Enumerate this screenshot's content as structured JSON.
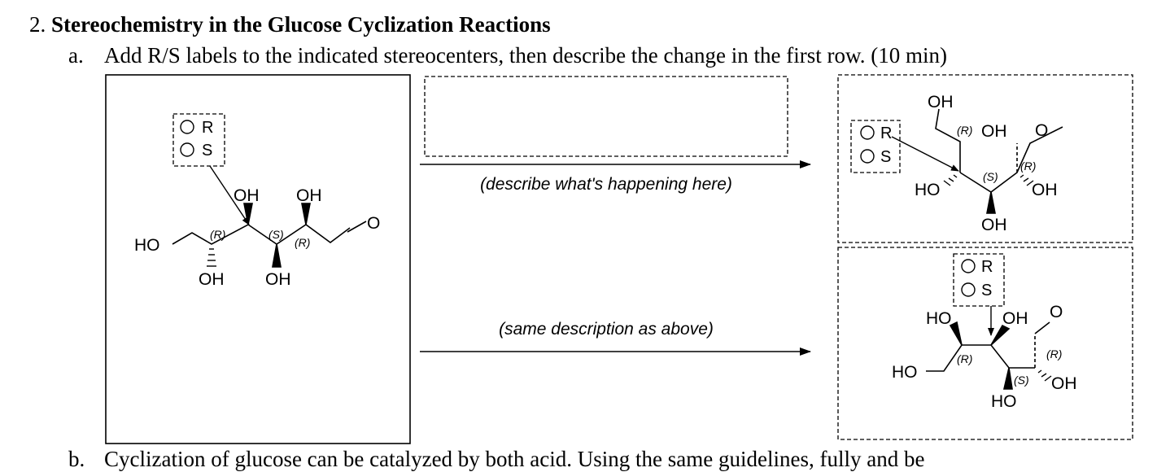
{
  "heading": {
    "number": "2.",
    "title": "Stereochemistry in the Glucose Cyclization Reactions"
  },
  "question_a": {
    "letter": "a.",
    "text": "Add R/S labels to the indicated stereocenters, then describe the change in the first row. (10 min)"
  },
  "question_b": {
    "letter": "b.",
    "text": "Cyclization of glucose can be catalyzed by both acid. Using the same guidelines, fully and be"
  },
  "arrows": {
    "top_label": "(describe what's happening here)",
    "bottom_label": "(same description as above)"
  },
  "choices": {
    "r": "R",
    "s": "S"
  },
  "descriptors": {
    "r": "(R)",
    "s": "(S)"
  },
  "atoms": {
    "oh": "OH",
    "ho": "HO",
    "o": "O"
  }
}
